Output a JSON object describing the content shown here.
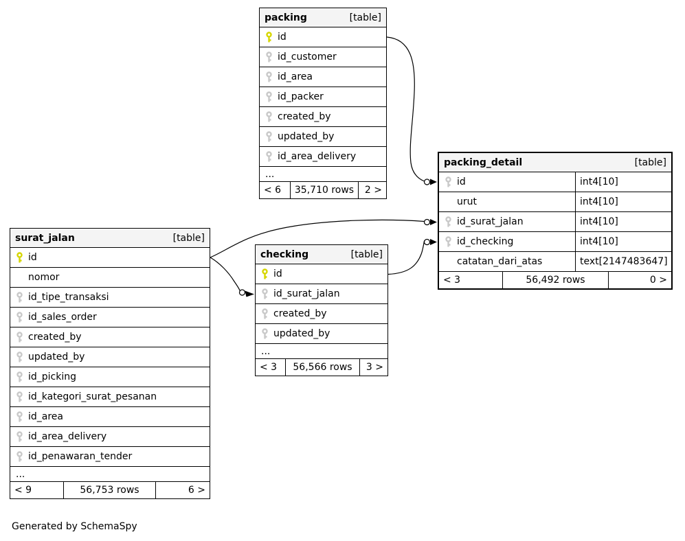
{
  "page": {
    "generated_note": "Generated by SchemaSpy"
  },
  "colors": {
    "primary_key_icon": "#d6d600",
    "foreign_key_icon": "#c9c9c9",
    "header_bg": "#f4f4f4",
    "border": "#000000",
    "background": "#ffffff"
  },
  "tables": [
    {
      "name": "packing",
      "type_label": "[table]",
      "columns": [
        {
          "name": "id",
          "key": "primary"
        },
        {
          "name": "id_customer",
          "key": "foreign"
        },
        {
          "name": "id_area",
          "key": "foreign"
        },
        {
          "name": "id_packer",
          "key": "foreign"
        },
        {
          "name": "created_by",
          "key": "foreign"
        },
        {
          "name": "updated_by",
          "key": "foreign"
        },
        {
          "name": "id_area_delivery",
          "key": "foreign"
        }
      ],
      "ellipsis": "...",
      "footer": {
        "prev": "< 6",
        "rows": "35,710 rows",
        "next": "2 >"
      }
    },
    {
      "name": "packing_detail",
      "type_label": "[table]",
      "columns": [
        {
          "name": "id",
          "key": "foreign",
          "type": "int4[10]"
        },
        {
          "name": "urut",
          "key": "none",
          "type": "int4[10]"
        },
        {
          "name": "id_surat_jalan",
          "key": "foreign",
          "type": "int4[10]"
        },
        {
          "name": "id_checking",
          "key": "foreign",
          "type": "int4[10]"
        },
        {
          "name": "catatan_dari_atas",
          "key": "none",
          "type": "text[2147483647]"
        }
      ],
      "footer": {
        "prev": "< 3",
        "rows": "56,492 rows",
        "next": "0 >"
      }
    },
    {
      "name": "surat_jalan",
      "type_label": "[table]",
      "columns": [
        {
          "name": "id",
          "key": "primary"
        },
        {
          "name": "nomor",
          "key": "none"
        },
        {
          "name": "id_tipe_transaksi",
          "key": "foreign"
        },
        {
          "name": "id_sales_order",
          "key": "foreign"
        },
        {
          "name": "created_by",
          "key": "foreign"
        },
        {
          "name": "updated_by",
          "key": "foreign"
        },
        {
          "name": "id_picking",
          "key": "foreign"
        },
        {
          "name": "id_kategori_surat_pesanan",
          "key": "foreign"
        },
        {
          "name": "id_area",
          "key": "foreign"
        },
        {
          "name": "id_area_delivery",
          "key": "foreign"
        },
        {
          "name": "id_penawaran_tender",
          "key": "foreign"
        }
      ],
      "ellipsis": "...",
      "footer": {
        "prev": "< 9",
        "rows": "56,753 rows",
        "next": "6 >"
      }
    },
    {
      "name": "checking",
      "type_label": "[table]",
      "columns": [
        {
          "name": "id",
          "key": "primary"
        },
        {
          "name": "id_surat_jalan",
          "key": "foreign"
        },
        {
          "name": "created_by",
          "key": "foreign"
        },
        {
          "name": "updated_by",
          "key": "foreign"
        }
      ],
      "ellipsis": "...",
      "footer": {
        "prev": "< 3",
        "rows": "56,566 rows",
        "next": "3 >"
      }
    }
  ],
  "relationships": [
    {
      "from": "packing.id",
      "to": "packing_detail.id"
    },
    {
      "from": "surat_jalan.id",
      "to": "packing_detail.id_surat_jalan"
    },
    {
      "from": "surat_jalan.id",
      "to": "checking.id_surat_jalan"
    },
    {
      "from": "checking.id",
      "to": "packing_detail.id_checking"
    }
  ]
}
